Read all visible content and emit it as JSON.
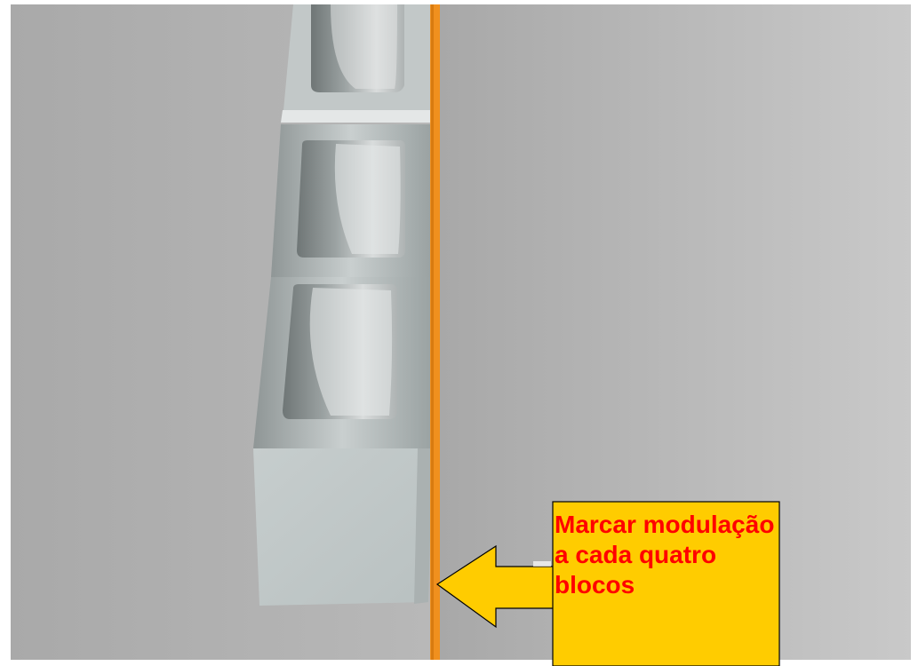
{
  "callout": {
    "text": "Marcar modulação a cada quatro blocos",
    "fill_color": "#ffcc00",
    "text_color": "#ff0000"
  },
  "scene": {
    "description_tags": [
      "concrete-block-column",
      "orange-marker-line",
      "gray-background"
    ],
    "marker_color": "#f0901e",
    "block_color": "#c8cdcd"
  }
}
